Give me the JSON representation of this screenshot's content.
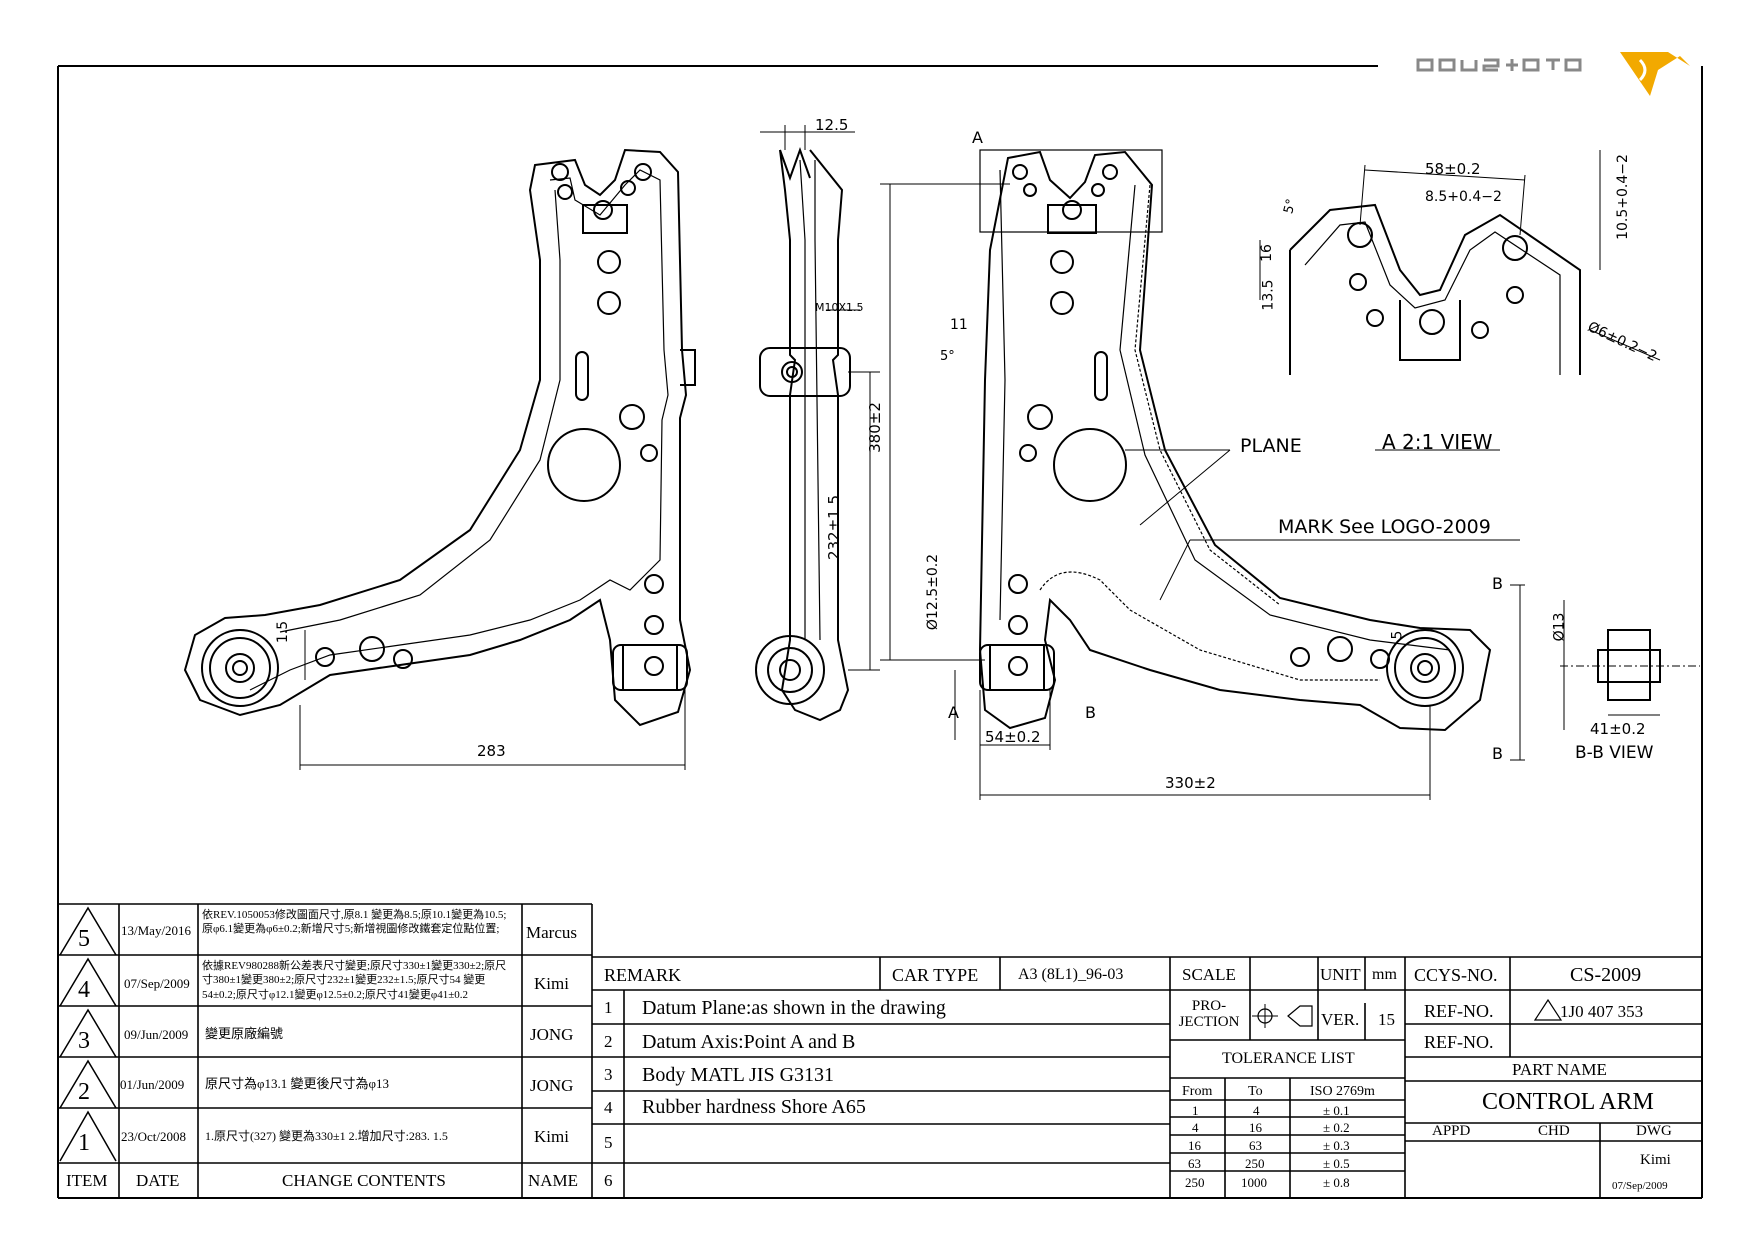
{
  "logo": {
    "text": "CCYS+CTC",
    "accent": "#f2a900"
  },
  "drawing": {
    "left_view": {
      "dim_top": "12.5",
      "dim_bottom": "283",
      "dim_small": "1.5"
    },
    "side_view": {
      "thread": "M10X1.5",
      "dim_232": "232±1.5"
    },
    "right_view": {
      "dim_380": "380±2",
      "dim_11": "11",
      "angle_5": "5°",
      "dim_phi125": "Ø12.5±0.2",
      "dim_54": "54±0.2",
      "dim_330": "330±2",
      "dim_5": "5",
      "label_a_top": "A",
      "label_a": "A",
      "label_b": "B",
      "plane": "PLANE",
      "mark": "MARK See LOGO-2009"
    },
    "detail_view": {
      "title": "A 2:1 VIEW",
      "dim_58": "58±0.2",
      "dim_85": "8.5+0.4−2",
      "dim_105": "10.5+0.4−2",
      "dim_16": "16",
      "dim_135": "13.5",
      "angle_5": "5°",
      "dim_phi6": "Ø6±0.2−2"
    },
    "bb_view": {
      "title": "B-B VIEW",
      "dim_phi13": "Ø13",
      "dim_41": "41±0.2",
      "label_b1": "B",
      "label_b2": "B"
    }
  },
  "revisions": [
    {
      "item": "5",
      "date": "13/May/2016",
      "content": "依REV.1050053修改圖面尺寸,原8.1 變更為8.5;原10.1變更為10.5;原φ6.1變更為φ6±0.2;新增尺寸5;新增視圖修改鐵套定位點位置;",
      "name": "Marcus"
    },
    {
      "item": "4",
      "date": "07/Sep/2009",
      "content": "依據REV980288新公差表尺寸變更;原尺寸330±1變更330±2;原尺寸380±1變更380±2;原尺寸232±1變更232±1.5;原尺寸54 變更54±0.2;原尺寸φ12.1變更φ12.5±0.2;原尺寸41變更φ41±0.2",
      "name": "Kimi"
    },
    {
      "item": "3",
      "date": "09/Jun/2009",
      "content": "變更原廠編號",
      "name": "JONG"
    },
    {
      "item": "2",
      "date": "01/Jun/2009",
      "content": "原尺寸為φ13.1 變更後尺寸為φ13",
      "name": "JONG"
    },
    {
      "item": "1",
      "date": "23/Oct/2008",
      "content": "1.原尺寸(327) 變更為330±1 2.增加尺寸:283. 1.5",
      "name": "Kimi"
    }
  ],
  "rev_headers": {
    "item": "ITEM",
    "date": "DATE",
    "content": "CHANGE CONTENTS",
    "name": "NAME"
  },
  "remark": {
    "header": "REMARK",
    "car_type_label": "CAR TYPE",
    "car_type": "A3 (8L1)_96-03",
    "items": [
      {
        "no": "1",
        "text": "Datum Plane:as shown in the drawing"
      },
      {
        "no": "2",
        "text": "Datum Axis:Point A and B"
      },
      {
        "no": "3",
        "text": "Body MATL JIS G3131"
      },
      {
        "no": "4",
        "text": "Rubber hardness Shore A65"
      },
      {
        "no": "5",
        "text": ""
      },
      {
        "no": "6",
        "text": ""
      }
    ]
  },
  "scale": {
    "label": "SCALE",
    "unit_label": "UNIT",
    "unit": "mm",
    "projection": "PRO-JECTION",
    "ver_label": "VER.",
    "ver": "15"
  },
  "tolerance": {
    "title": "TOLERANCE LIST",
    "headers": [
      "From",
      "To",
      "ISO 2769m"
    ],
    "rows": [
      [
        "1",
        "4",
        "± 0.1"
      ],
      [
        "4",
        "16",
        "± 0.2"
      ],
      [
        "16",
        "63",
        "± 0.3"
      ],
      [
        "63",
        "250",
        "± 0.5"
      ],
      [
        "250",
        "1000",
        "± 0.8"
      ]
    ]
  },
  "info": {
    "ccys_label": "CCYS-NO.",
    "ccys": "CS-2009",
    "ref1_label": "REF-NO.",
    "ref1": "1J0 407 353",
    "ref2_label": "REF-NO.",
    "ref2": "",
    "part_name_label": "PART NAME",
    "part_name": "CONTROL ARM",
    "appd": "APPD",
    "chd": "CHD",
    "dwg": "DWG",
    "dwg_name": "Kimi",
    "dwg_date": "07/Sep/2009"
  }
}
